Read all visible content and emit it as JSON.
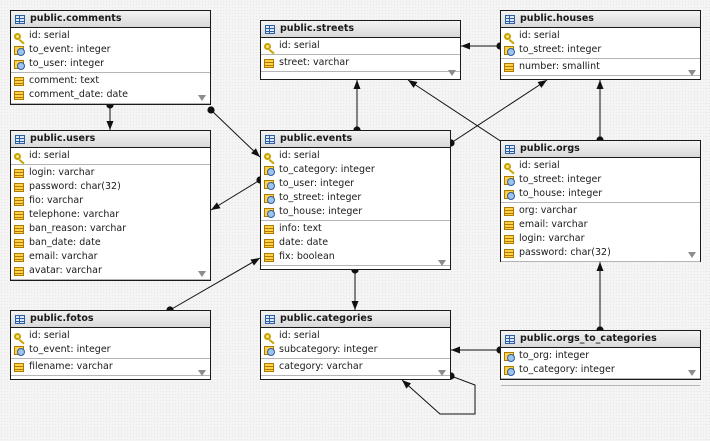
{
  "tables": {
    "comments": {
      "title": "public.comments",
      "keys": [
        {
          "text": "id: serial",
          "icon": "key-icon"
        },
        {
          "text": "to_event: integer",
          "icon": "foreign-key-icon"
        },
        {
          "text": "to_user: integer",
          "icon": "foreign-key-icon"
        }
      ],
      "cols": [
        {
          "text": "comment: text",
          "icon": "column-icon"
        },
        {
          "text": "comment_date: date",
          "icon": "column-icon"
        }
      ]
    },
    "users": {
      "title": "public.users",
      "keys": [
        {
          "text": "id: serial",
          "icon": "key-icon"
        }
      ],
      "cols": [
        {
          "text": "login: varchar",
          "icon": "column-icon"
        },
        {
          "text": "password: char(32)",
          "icon": "column-icon"
        },
        {
          "text": "fio: varchar",
          "icon": "column-icon"
        },
        {
          "text": "telephone: varchar",
          "icon": "column-icon"
        },
        {
          "text": "ban_reason: varchar",
          "icon": "column-icon"
        },
        {
          "text": "ban_date: date",
          "icon": "column-icon"
        },
        {
          "text": "email: varchar",
          "icon": "column-icon"
        },
        {
          "text": "avatar: varchar",
          "icon": "column-icon"
        }
      ]
    },
    "fotos": {
      "title": "public.fotos",
      "keys": [
        {
          "text": "id: serial",
          "icon": "key-icon"
        },
        {
          "text": "to_event: integer",
          "icon": "foreign-key-icon"
        }
      ],
      "cols": [
        {
          "text": "filename: varchar",
          "icon": "column-icon"
        }
      ]
    },
    "streets": {
      "title": "public.streets",
      "keys": [
        {
          "text": "id: serial",
          "icon": "key-icon"
        }
      ],
      "cols": [
        {
          "text": "street: varchar",
          "icon": "column-icon"
        }
      ]
    },
    "events": {
      "title": "public.events",
      "keys": [
        {
          "text": "id: serial",
          "icon": "key-icon"
        },
        {
          "text": "to_category: integer",
          "icon": "foreign-key-icon"
        },
        {
          "text": "to_user: integer",
          "icon": "foreign-key-icon"
        },
        {
          "text": "to_street: integer",
          "icon": "foreign-key-icon"
        },
        {
          "text": "to_house: integer",
          "icon": "foreign-key-icon"
        }
      ],
      "cols": [
        {
          "text": "info: text",
          "icon": "column-icon"
        },
        {
          "text": "date: date",
          "icon": "column-icon"
        },
        {
          "text": "fix: boolean",
          "icon": "column-icon"
        }
      ]
    },
    "categories": {
      "title": "public.categories",
      "keys": [
        {
          "text": "id: serial",
          "icon": "key-icon"
        },
        {
          "text": "subcategory: integer",
          "icon": "foreign-key-icon"
        }
      ],
      "cols": [
        {
          "text": "category: varchar",
          "icon": "column-icon"
        }
      ]
    },
    "houses": {
      "title": "public.houses",
      "keys": [
        {
          "text": "id: serial",
          "icon": "key-icon"
        },
        {
          "text": "to_street: integer",
          "icon": "foreign-key-icon"
        }
      ],
      "cols": [
        {
          "text": "number: smallint",
          "icon": "column-icon"
        }
      ]
    },
    "orgs": {
      "title": "public.orgs",
      "keys": [
        {
          "text": "id: serial",
          "icon": "key-icon"
        },
        {
          "text": "to_street: integer",
          "icon": "foreign-key-icon"
        },
        {
          "text": "to_house: integer",
          "icon": "foreign-key-icon"
        }
      ],
      "cols": [
        {
          "text": "org: varchar",
          "icon": "column-icon"
        },
        {
          "text": "email: varchar",
          "icon": "column-icon"
        },
        {
          "text": "login: varchar",
          "icon": "column-icon"
        },
        {
          "text": "password: char(32)",
          "icon": "column-icon"
        }
      ]
    },
    "orgs_to_categories": {
      "title": "public.orgs_to_categories",
      "keys": [
        {
          "text": "to_org: integer",
          "icon": "foreign-key-icon"
        },
        {
          "text": "to_category: integer",
          "icon": "foreign-key-icon"
        }
      ],
      "cols": []
    }
  },
  "relations": [
    {
      "from": "comments",
      "to": "users"
    },
    {
      "from": "comments",
      "to": "events"
    },
    {
      "from": "events",
      "to": "users"
    },
    {
      "from": "fotos",
      "to": "events"
    },
    {
      "from": "events",
      "to": "streets"
    },
    {
      "from": "events",
      "to": "categories"
    },
    {
      "from": "events",
      "to": "houses"
    },
    {
      "from": "houses",
      "to": "streets"
    },
    {
      "from": "orgs",
      "to": "streets"
    },
    {
      "from": "orgs",
      "to": "houses"
    },
    {
      "from": "orgs_to_categories",
      "to": "orgs"
    },
    {
      "from": "orgs_to_categories",
      "to": "categories"
    },
    {
      "from": "categories",
      "to": "categories"
    }
  ]
}
